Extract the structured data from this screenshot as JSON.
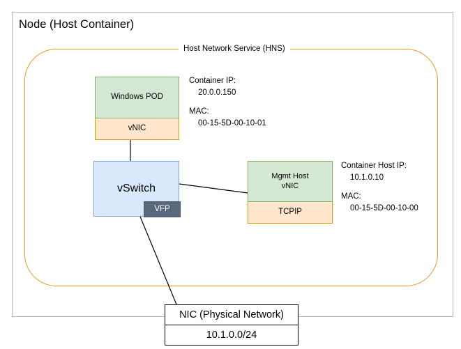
{
  "diagram": {
    "node": {
      "title": "Node (Host Container)"
    },
    "hns": {
      "label": "Host Network Service (HNS)"
    },
    "pod": {
      "name": "Windows POD",
      "vnic": "vNIC",
      "annotation": {
        "ip_key": "Container IP:",
        "ip_value": "20.0.0.150",
        "mac_key": "MAC:",
        "mac_value": "00-15-5D-00-10-01"
      }
    },
    "vswitch": {
      "name": "vSwitch",
      "vfp": "VFP"
    },
    "mgmt": {
      "name_line1": "Mgmt Host",
      "name_line2": "vNIC",
      "tcpip": "TCPIP",
      "annotation": {
        "ip_key": "Container Host IP:",
        "ip_value": "10.1.0.10",
        "mac_key": "MAC:",
        "mac_value": "00-15-5D-00-10-00"
      }
    },
    "nic": {
      "title": "NIC (Physical Network)",
      "subnet": "10.1.0.0/24"
    },
    "colors": {
      "green_fill": "#d5e8d4",
      "green_stroke": "#82b366",
      "orange_fill": "#ffe6cc",
      "orange_stroke": "#d79b00",
      "blue_fill": "#dae8fc",
      "blue_stroke": "#7ea6e0",
      "slate_fill": "#59687d",
      "hns_stroke": "#f2931e",
      "frame_stroke": "#b3b3b3",
      "line_stroke": "#000000"
    }
  }
}
